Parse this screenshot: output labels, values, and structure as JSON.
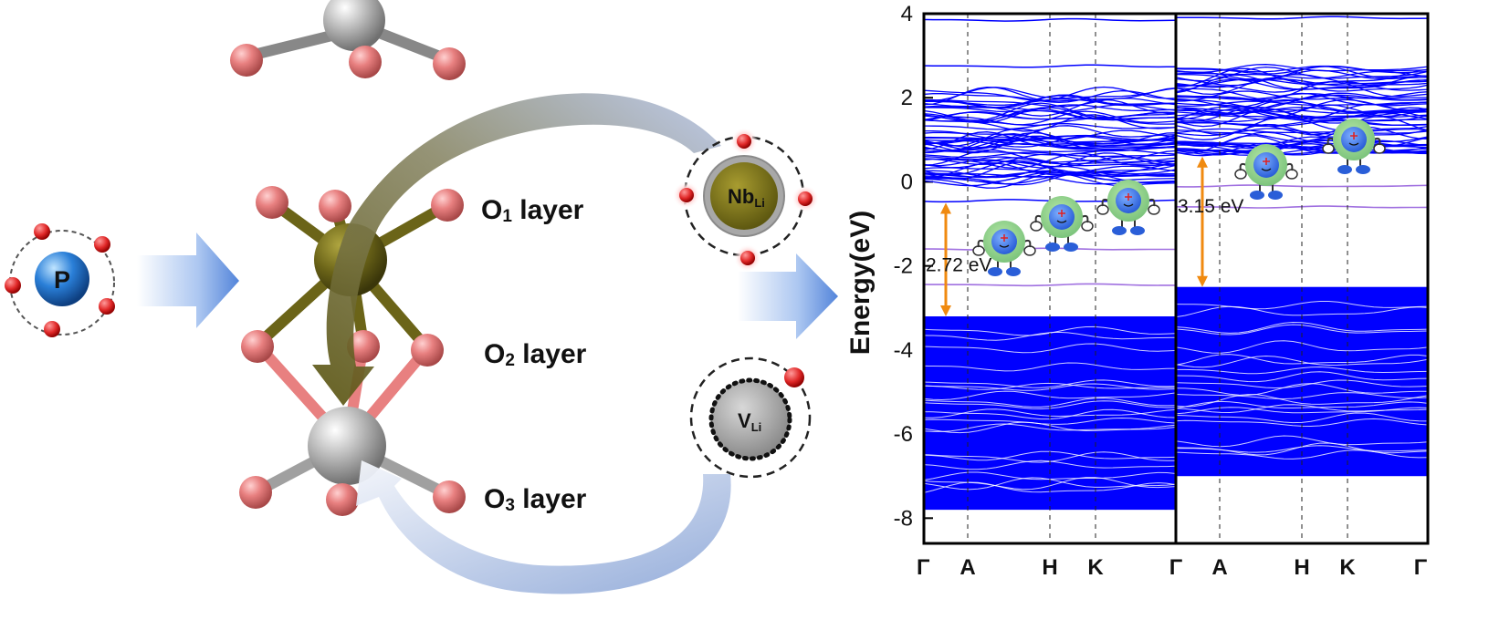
{
  "dopant_label": "P",
  "layers": {
    "o1": {
      "main": "O",
      "sub": "1",
      "rest": " layer"
    },
    "o2": {
      "main": "O",
      "sub": "2",
      "rest": " layer"
    },
    "o3": {
      "main": "O",
      "sub": "3",
      "rest": " layer"
    }
  },
  "defects": {
    "nb": {
      "main": "Nb",
      "sub": "Li"
    },
    "v": {
      "main": "V",
      "sub": "Li"
    }
  },
  "colors": {
    "oxygen": "#e88080",
    "nb_atom": "#6b6418",
    "li_site": "#a8a8a8",
    "band_blue": "#0000ff",
    "defect_purple": "#a070e0",
    "gap_arrow": "#f08a10",
    "dopant_blue": "#2a7fd8"
  },
  "chart_data": {
    "type": "line",
    "ylabel": "Energy(eV)",
    "ylim": [
      -8.5,
      4
    ],
    "yticks": [
      "4",
      "2",
      "0",
      "-2",
      "-4",
      "-6",
      "-8"
    ],
    "ytick_values": [
      4,
      2,
      0,
      -2,
      -4,
      -6,
      -8
    ],
    "panels": [
      {
        "kpoints": [
          "Γ",
          "A",
          "H",
          "K",
          "Γ"
        ],
        "band_gap_label": "2.72 eV",
        "gap_from": -0.5,
        "gap_to": -3.2,
        "valence_band_top": -3.2,
        "valence_band_bottom": -7.8,
        "conduction_band_range": [
          0.0,
          2.1
        ],
        "isolated_levels": [
          3.85,
          2.75,
          -0.45
        ],
        "defect_levels": [
          -1.6,
          -2.45
        ]
      },
      {
        "kpoints": [
          "Γ",
          "A",
          "H",
          "K",
          "Γ"
        ],
        "band_gap_label": "3.15 eV",
        "gap_from": 0.6,
        "gap_to": -2.5,
        "valence_band_top": -2.5,
        "valence_band_bottom": -7.0,
        "conduction_band_range": [
          0.7,
          2.8
        ],
        "isolated_levels": [
          3.9
        ],
        "defect_levels": [
          -0.1,
          -0.6
        ]
      }
    ]
  }
}
